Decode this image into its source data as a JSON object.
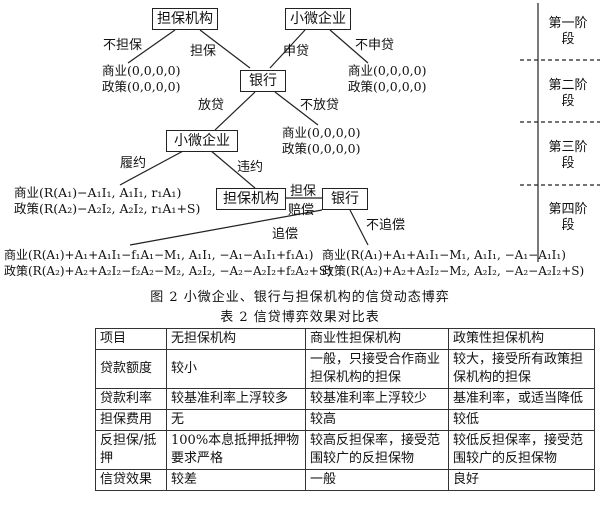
{
  "diagram": {
    "nodes": {
      "guarantor_top": "担保机构",
      "microfirm_top": "小微企业",
      "bank_mid": "银行",
      "microfirm_mid": "小微企业",
      "guarantor_low": "担保机构",
      "bank_low": "银行"
    },
    "edges": {
      "no_guarantee": "不担保",
      "guarantee": "担保",
      "apply": "申贷",
      "no_apply": "不申贷",
      "lend": "放贷",
      "no_lend": "不放贷",
      "perform": "履约",
      "default": "违约",
      "guarantee_comp": "担保",
      "compensate": "赔偿",
      "recover": "追偿",
      "no_recover": "不追偿"
    },
    "payoffs": {
      "p1a": "商业(0,0,0,0)",
      "p1b": "政策(0,0,0,0)",
      "p2a": "商业(0,0,0,0)",
      "p2b": "政策(0,0,0,0)",
      "p3a": "商业(0,0,0,0)",
      "p3b": "政策(0,0,0,0)",
      "p4a": "商业(R(A₁)−A₁I₁, A₁I₁, r₁A₁)",
      "p4b": "政策(R(A₂)−A₂I₂, A₂I₂, r₁A₁+S)",
      "p5a": "商业(R(A₁)+A₁+A₁I₁−f₁A₁−M₁, A₁I₁, −A₁−A₁I₁+f₁A₁)",
      "p5b": "政策(R(A₂)+A₂+A₂I₂−f₂A₂−M₂, A₂I₂, −A₂−A₂I₂+f₂A₂+S)",
      "p6a": "商业(R(A₁)+A₁+A₁I₁−M₁, A₁I₁, −A₁−A₁I₁)",
      "p6b": "政策(R(A₂)+A₂+A₂I₂−M₂, A₂I₂, −A₂−A₂I₂+S)"
    },
    "stages": [
      "第一阶段",
      "第二阶段",
      "第三阶段",
      "第四阶段"
    ]
  },
  "figure_caption": "图 2   小微企业、银行与担保机构的信贷动态博弈",
  "table_caption": "表 2   信贷博弈效果对比表",
  "table": {
    "headers": [
      "项目",
      "无担保机构",
      "商业性担保机构",
      "政策性担保机构"
    ],
    "rows": [
      [
        "贷款额度",
        "较小",
        "一般，只接受合作商业担保机构的担保",
        "较大，接受所有政策担保机构的担保"
      ],
      [
        "贷款利率",
        "较基准利率上浮较多",
        "较基准利率上浮较少",
        "基准利率，或适当降低"
      ],
      [
        "担保费用",
        "无",
        "较高",
        "较低"
      ],
      [
        "反担保/抵押",
        "100%本息抵押抵押物要求严格",
        "较高反担保率，接受范围较广的反担保物",
        "较低反担保率，接受范围较广的反担保物"
      ],
      [
        "信贷效果",
        "较差",
        "一般",
        "良好"
      ]
    ]
  }
}
